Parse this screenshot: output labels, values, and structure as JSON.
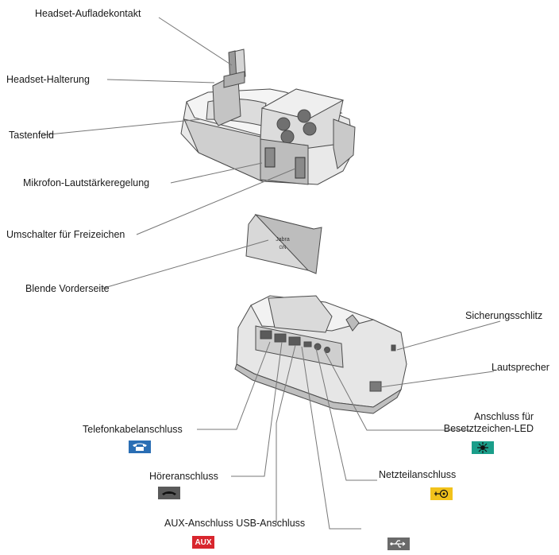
{
  "labels": {
    "charging_contact": "Headset-Aufladekontakt",
    "holder": "Headset-Halterung",
    "keypad": "Tastenfeld",
    "mic_volume": "Mikrofon-Lautstärkeregelung",
    "dial_tone_switch": "Umschalter für Freizeichen",
    "front_cover": "Blende Vorderseite",
    "security_slot": "Sicherungsschlitz",
    "speaker": "Lautsprecher",
    "busy_led_port_line1": "Anschluss für",
    "busy_led_port_line2": "Besetztzeichen-LED",
    "phone_cable_port": "Telefonkabelanschluss",
    "handset_port": "Höreranschluss",
    "power_port": "Netzteilanschluss",
    "aux_usb_port": "AUX-Anschluss USB-Anschluss"
  },
  "cover_text": {
    "line1": "Jabra",
    "line2": "GN"
  },
  "badges": {
    "aux": "AUX"
  },
  "colors": {
    "phone_badge": "#2a6eb4",
    "led_badge": "#1a9e8a",
    "handset_badge": "#5a5a5a",
    "power_badge": "#f2c21b",
    "aux_badge": "#d8262e",
    "usb_badge": "#6a6a6a"
  },
  "icons": {
    "phone_badge": "telephone-icon",
    "led_badge": "led-icon",
    "handset_badge": "handset-icon",
    "power_badge": "power-plug-icon",
    "usb_badge": "usb-icon"
  }
}
